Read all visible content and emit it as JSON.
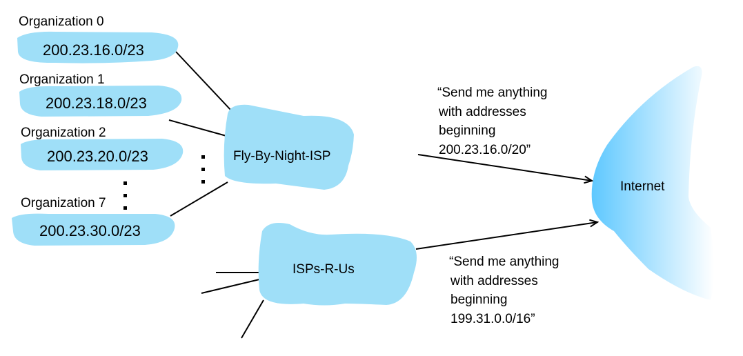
{
  "organizations": [
    {
      "label": "Organization 0",
      "prefix": "200.23.16.0/23"
    },
    {
      "label": "Organization 1",
      "prefix": "200.23.18.0/23"
    },
    {
      "label": "Organization 2",
      "prefix": "200.23.20.0/23"
    },
    {
      "label": "Organization 7",
      "prefix": "200.23.30.0/23"
    }
  ],
  "isps": [
    {
      "name": "Fly-By-Night-ISP",
      "advertisement": [
        "“Send me anything",
        "with addresses",
        "beginning",
        "200.23.16.0/20”"
      ]
    },
    {
      "name": "ISPs-R-Us",
      "advertisement": [
        "“Send me anything",
        "with addresses",
        "beginning",
        "199.31.0.0/16”"
      ]
    }
  ],
  "internet": {
    "label": "Internet"
  },
  "colors": {
    "cloud": "#9fdff8",
    "internet_gradient_start": "#5ec8ff",
    "internet_gradient_end": "#ffffff",
    "lines": "#000000"
  }
}
